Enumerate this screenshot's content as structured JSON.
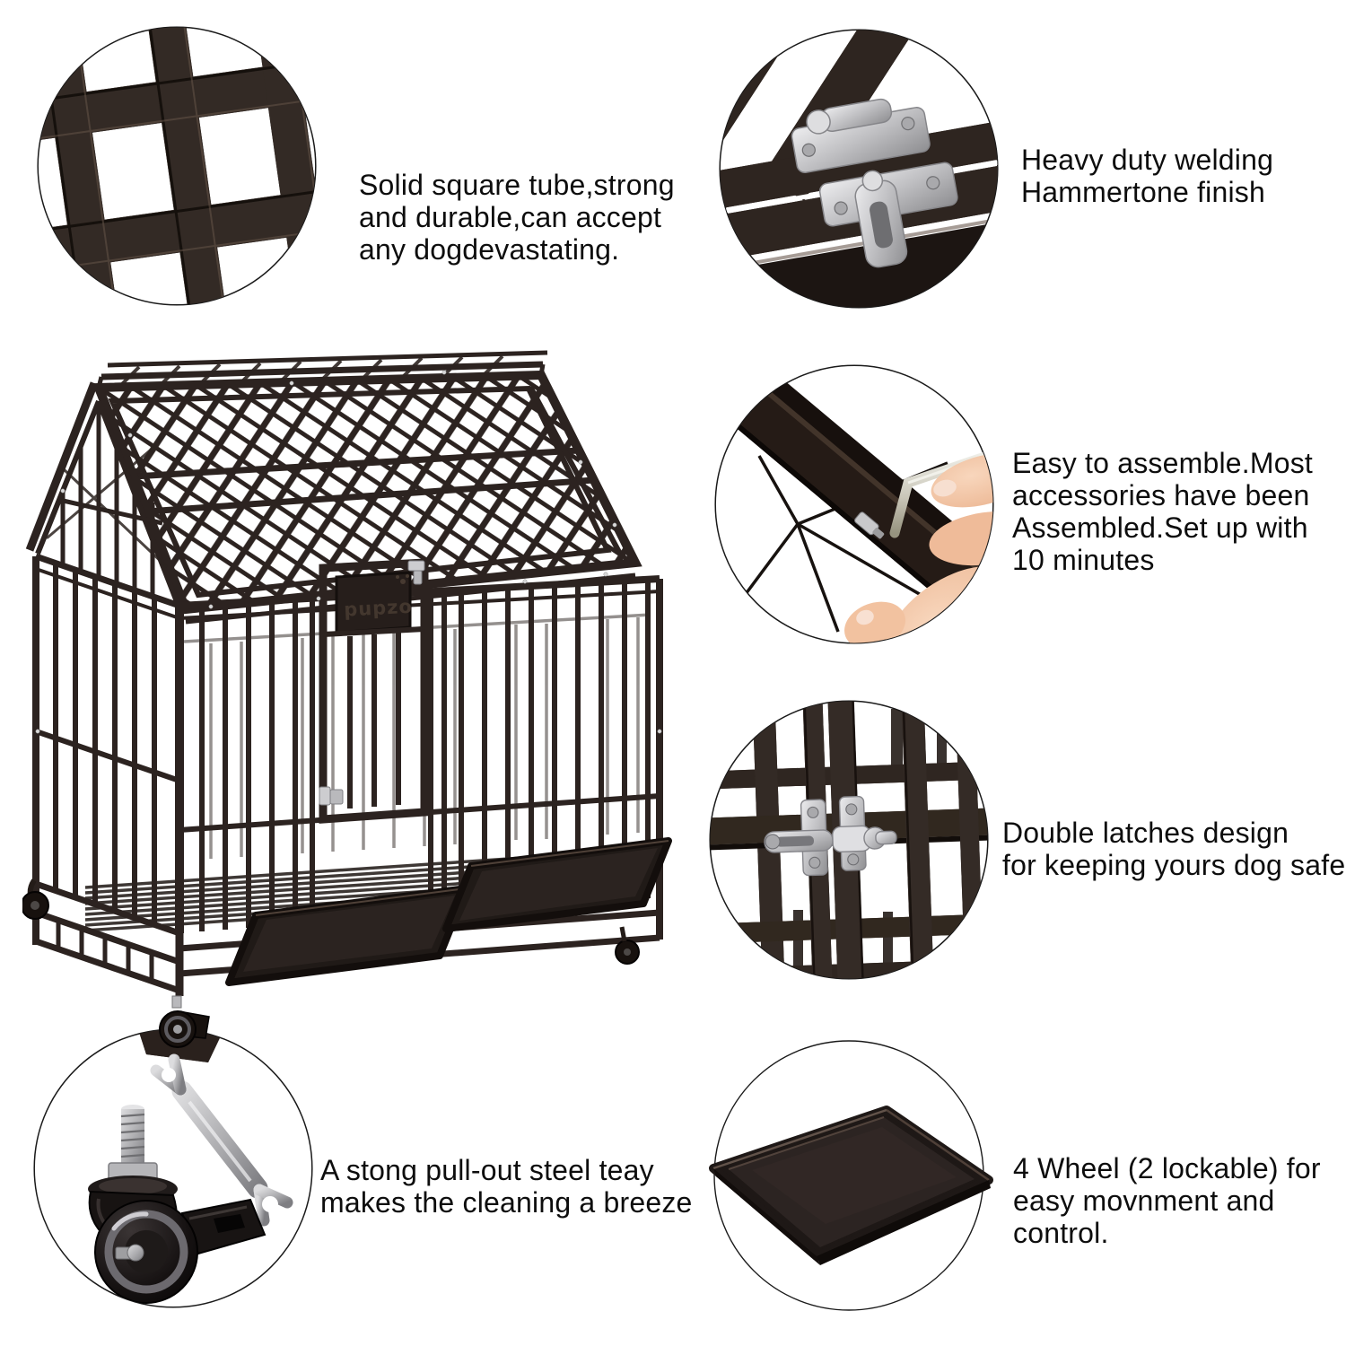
{
  "page": {
    "background": "#ffffff"
  },
  "colors": {
    "page-bg": "#ffffff",
    "text": "#0d0d0d",
    "steel": "#332a25",
    "steel-dark": "#1d1614",
    "steel-cage": "#2c2320",
    "silver": "#c6c6c8",
    "silver-dark": "#8f8f92",
    "skin": "#f3c6a6",
    "circle-outline": "#1a1a1a"
  },
  "brand": {
    "door_plate_text": "pupzo"
  },
  "features": [
    {
      "id": "square-tube",
      "image": "square-tube-grid-photo",
      "lines": [
        "Solid square tube,strong",
        "and durable,can accept",
        "any dogdevastating."
      ]
    },
    {
      "id": "welding",
      "image": "welded-latch-photo",
      "lines": [
        "Heavy duty welding",
        "Hammertone finish"
      ]
    },
    {
      "id": "assembly",
      "image": "hex-key-assembly-photo",
      "lines": [
        "Easy to assemble.Most",
        "accessories have been",
        "Assembled.Set up with",
        "10 minutes"
      ]
    },
    {
      "id": "double-latches",
      "image": "double-latch-photo",
      "lines": [
        "Double latches design",
        "for keeping yours dog safe"
      ]
    },
    {
      "id": "pull-out-tray",
      "image": "caster-wheel-wrench-photo",
      "lines": [
        "A stong pull-out steel teay",
        "makes the cleaning a breeze"
      ]
    },
    {
      "id": "wheels",
      "image": "steel-tray-photo",
      "lines": [
        "4 Wheel (2 lockable) for",
        "easy movnment and",
        "control."
      ]
    }
  ]
}
